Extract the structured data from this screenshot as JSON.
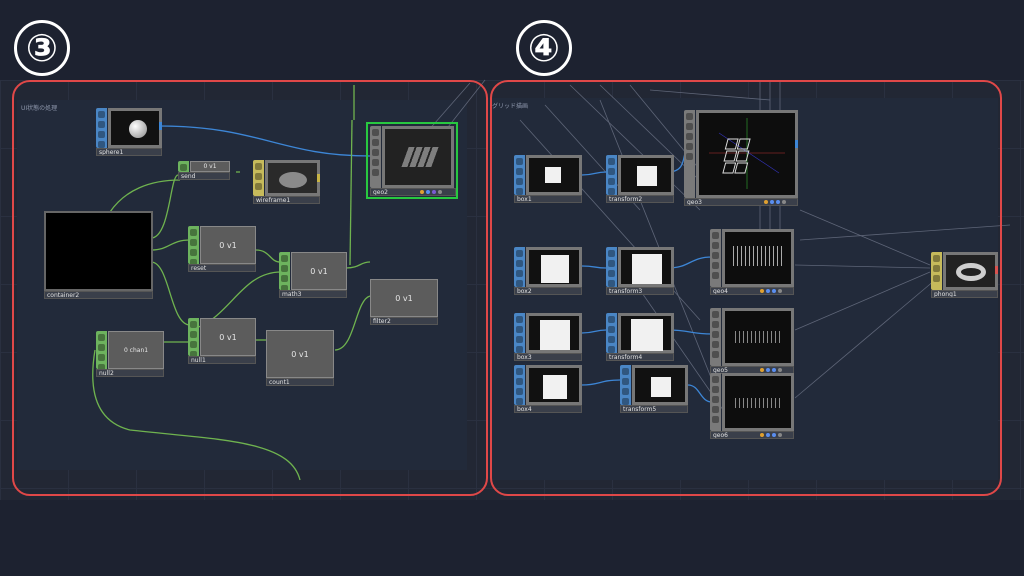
{
  "badges": {
    "left": "③",
    "right": "④"
  },
  "panels": {
    "left_label": "UI状態の処理",
    "right_label": "グリッド描画"
  },
  "colors": {
    "region_border": "#e04848",
    "top_strip": "#4a86c5",
    "chop_strip": "#6db35e",
    "mat_strip": "#c6ba5b",
    "wire_blue": "#3d86d6",
    "wire_green": "#6fb34f",
    "selected": "#28c840"
  },
  "nodes": {
    "sphere1": {
      "name": "sphere1",
      "icon": "sphere-icon"
    },
    "send": {
      "name": "send",
      "value": "0 v1"
    },
    "wireframe1": {
      "name": "wireframe1"
    },
    "geo2": {
      "name": "geo2"
    },
    "container2": {
      "name": "container2"
    },
    "reset": {
      "name": "reset",
      "value": "0 v1"
    },
    "math3": {
      "name": "math3",
      "value": "0 v1"
    },
    "null2": {
      "name": "null2",
      "value": "0 chan1"
    },
    "null1": {
      "name": "null1",
      "value": "0 v1"
    },
    "count1": {
      "name": "count1",
      "value": "0 v1"
    },
    "filter2": {
      "name": "filter2",
      "value": "0 v1"
    },
    "box1": {
      "name": "box1"
    },
    "transform2": {
      "name": "transform2"
    },
    "geo3": {
      "name": "geo3"
    },
    "box2": {
      "name": "box2"
    },
    "transform3": {
      "name": "transform3"
    },
    "geo4": {
      "name": "geo4"
    },
    "box3": {
      "name": "box3"
    },
    "transform4": {
      "name": "transform4"
    },
    "geo5": {
      "name": "geo5"
    },
    "box4": {
      "name": "box4"
    },
    "transform5": {
      "name": "transform5"
    },
    "geo6": {
      "name": "geo6"
    },
    "phong1": {
      "name": "phong1"
    }
  }
}
